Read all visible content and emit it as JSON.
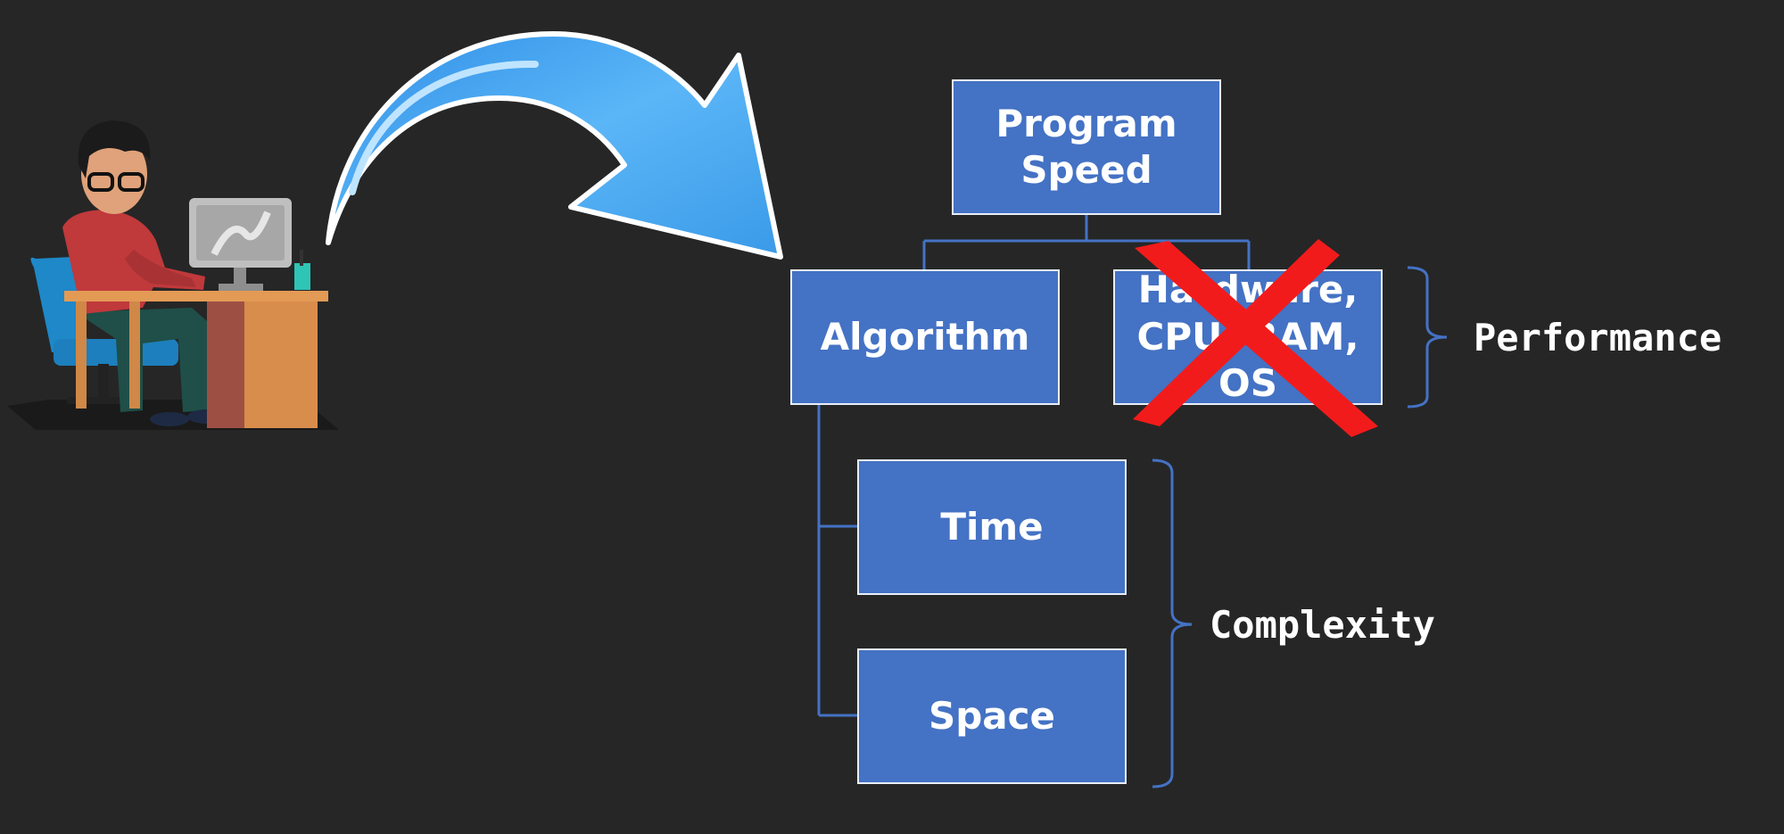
{
  "diagram": {
    "root": {
      "label": "Program\nSpeed"
    },
    "algorithm": {
      "label": "Algorithm"
    },
    "hardware": {
      "label": "Hardware,\nCPU, RAM, OS",
      "crossed_out": true
    },
    "time": {
      "label": "Time"
    },
    "space": {
      "label": "Space"
    },
    "performance_label": "Performance",
    "complexity_label": "Complexity"
  },
  "colors": {
    "background": "#262626",
    "box_fill": "#4472c4",
    "box_border": "#e8eef8",
    "connector": "#4472c4",
    "cross": "#f21b1b",
    "arrow": "#4aa8f5"
  },
  "icons": [
    "programmer-at-desk-illustration",
    "curved-arrow-icon",
    "red-cross-icon"
  ]
}
